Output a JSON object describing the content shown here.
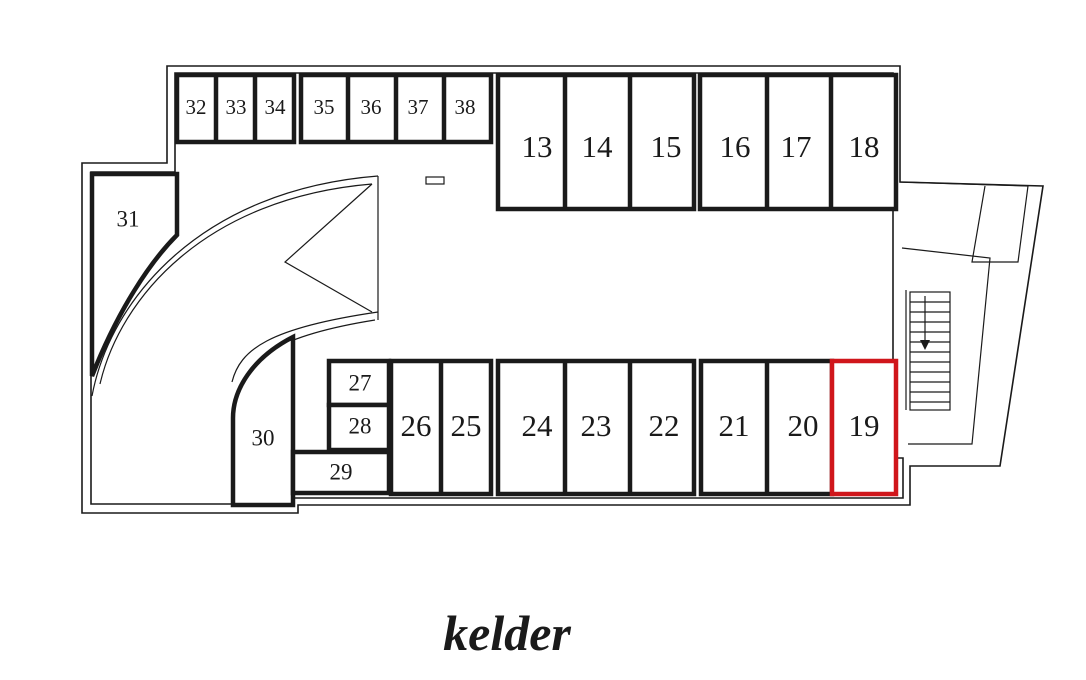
{
  "caption": "kelder",
  "colors": {
    "line": "#1a1a1a",
    "highlight": "#d0161b",
    "background": "#ffffff"
  },
  "highlighted_unit": "19",
  "units": {
    "u32": "32",
    "u33": "33",
    "u34": "34",
    "u35": "35",
    "u36": "36",
    "u37": "37",
    "u38": "38",
    "u13": "13",
    "u14": "14",
    "u15": "15",
    "u16": "16",
    "u17": "17",
    "u18": "18",
    "u31": "31",
    "u30": "30",
    "u27": "27",
    "u28": "28",
    "u29": "29",
    "u26": "26",
    "u25": "25",
    "u24": "24",
    "u23": "23",
    "u22": "22",
    "u21": "21",
    "u20": "20",
    "u19": "19"
  }
}
